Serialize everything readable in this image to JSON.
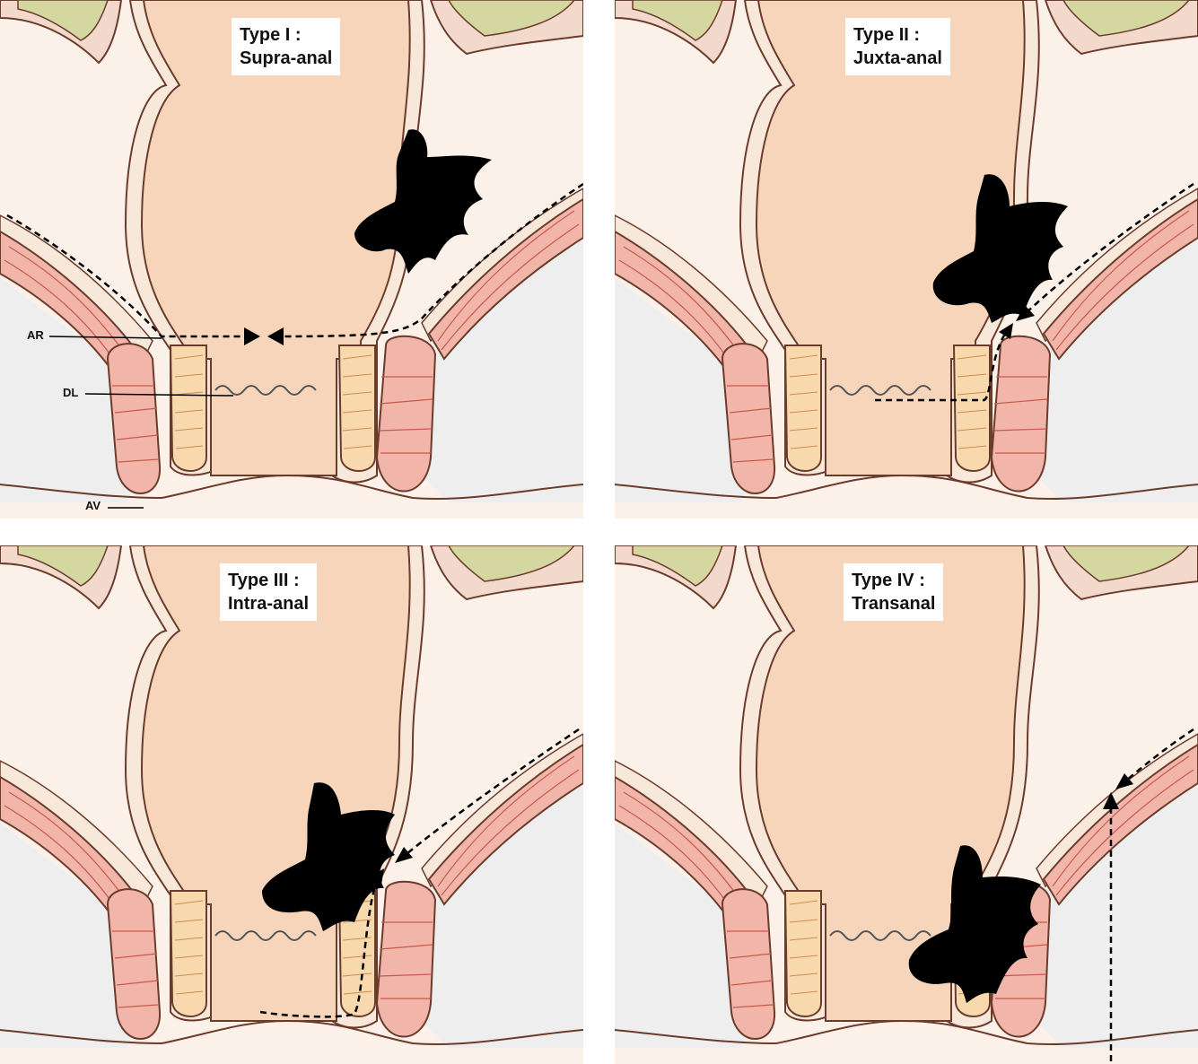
{
  "panels": [
    {
      "line1": "Type I :",
      "line2": "Supra-anal"
    },
    {
      "line1": "Type II :",
      "line2": "Juxta-anal"
    },
    {
      "line1": "Type III :",
      "line2": "Intra-anal"
    },
    {
      "line1": "Type IV :",
      "line2": "Transanal"
    }
  ],
  "labels": {
    "ar": "AR",
    "dl": "DL",
    "av": "AV"
  },
  "colors": {
    "background": "#ffffff",
    "rectum": "#f7d5bb",
    "wall": "#f8e8da",
    "outline": "#6b3c2c",
    "levator_muscle": "#f2b5aa",
    "muscle_stripe": "#c65a4c",
    "internal_sphincter": "#f8d8ad",
    "sphincter_stripe": "#cf8c52",
    "fat": "#eeeeee",
    "pelvis_fill": "#fbf1e8",
    "bone": "#d5d7a0",
    "tumor": "#000000"
  }
}
